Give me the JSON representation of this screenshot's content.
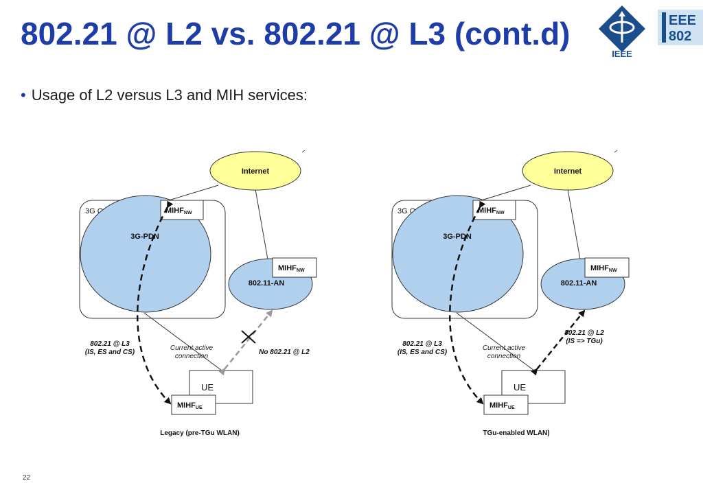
{
  "slide": {
    "title": "802.21 @ L2 vs. 802.21 @ L3 (cont.d)",
    "bullet": "Usage of L2 versus L3 and MIH services:",
    "page_number": "22"
  },
  "logos": {
    "ieee_text": "IEEE",
    "ieee802_top": "EEE",
    "ieee802_bottom": "802"
  },
  "diagrams": [
    {
      "internet": "Internet",
      "operator": "3G Operator",
      "pdn": "3G-PDN",
      "an": "802.11-AN",
      "mihf_nw_pdn": "MIHF",
      "mihf_nw_pdn_sub": "NW",
      "mihf_nw_an": "MIHF",
      "mihf_nw_an_sub": "NW",
      "ue": "UE",
      "mihf_ue": "MIHF",
      "mihf_ue_sub": "UE",
      "l3_line1": "802.21 @ L3",
      "l3_line2": "(IS, ES and CS)",
      "current_line1": "Current active",
      "current_line2": "connection",
      "l2_line1": "No 802.21 @ L2",
      "caption": "Legacy (pre-TGu WLAN)"
    },
    {
      "internet": "Internet",
      "operator": "3G Operator",
      "pdn": "3G-PDN",
      "an": "802.11-AN",
      "mihf_nw_pdn": "MIHF",
      "mihf_nw_pdn_sub": "NW",
      "mihf_nw_an": "MIHF",
      "mihf_nw_an_sub": "NW",
      "ue": "UE",
      "mihf_ue": "MIHF",
      "mihf_ue_sub": "UE",
      "l3_line1": "802.21 @ L3",
      "l3_line2": "(IS, ES and CS)",
      "current_line1": "Current active",
      "current_line2": "connection",
      "l2_line1": "802.21 @ L2",
      "l2_line2": "(IS => TGu)",
      "caption": "TGu-enabled WLAN)"
    }
  ],
  "colors": {
    "title": "#1f3da8",
    "internet_fill": "#ffff99",
    "network_fill": "#b0d0ee",
    "logo_blue": "#1a4d8c"
  }
}
